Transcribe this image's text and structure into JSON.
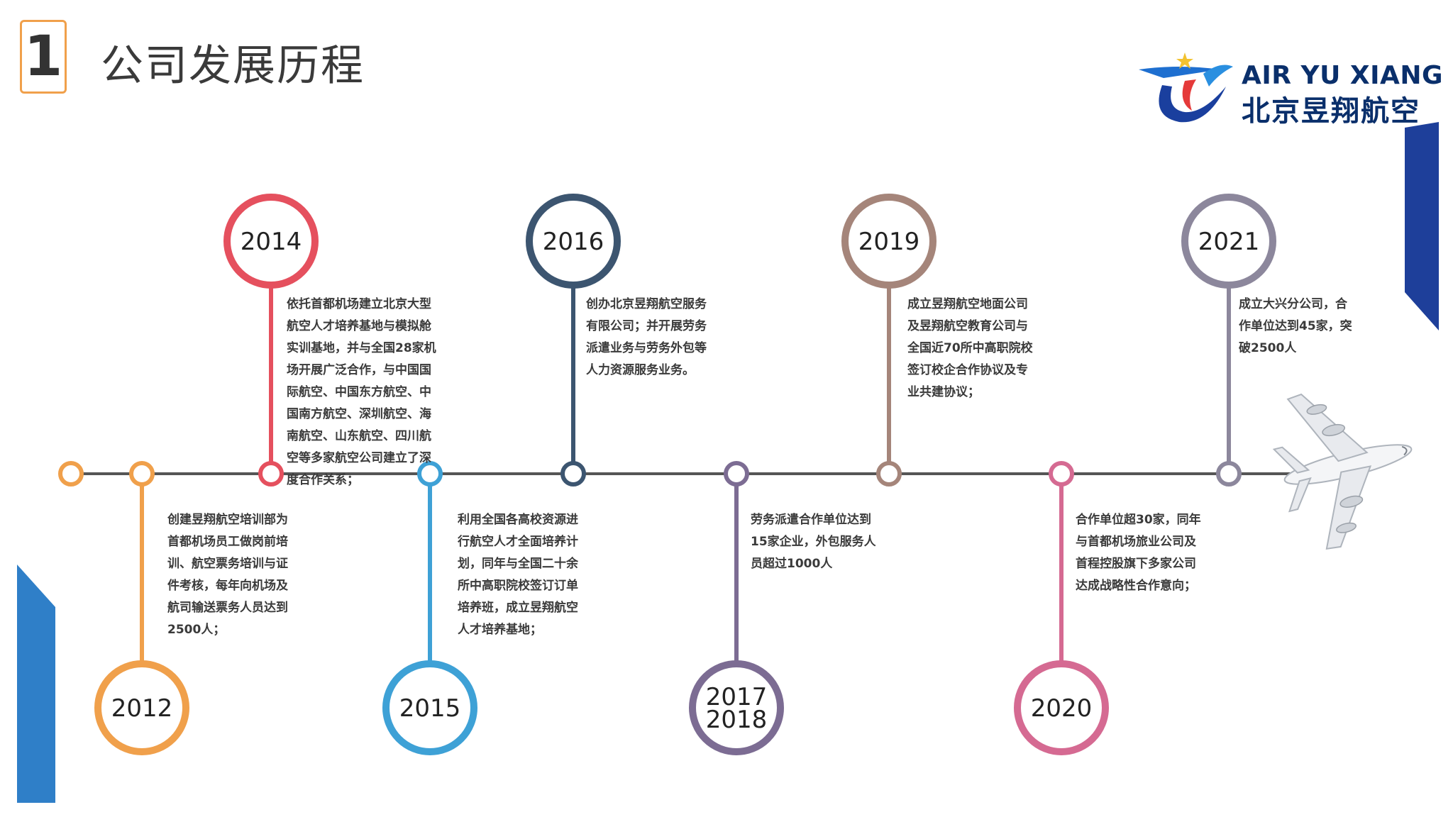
{
  "header": {
    "section_number": "1",
    "title": "公司发展历程"
  },
  "logo": {
    "english": "AIR YU XIANG",
    "chinese": "北京昱翔航空"
  },
  "colors": {
    "orange": "#f0a04b",
    "red": "#e5505e",
    "blue": "#3ea1d6",
    "navy": "#3c5570",
    "purple": "#7c6c93",
    "brown": "#a5857a",
    "pink": "#d56a92",
    "slate": "#8c879c",
    "brand_blue": "#1e3f9a"
  },
  "milestones": [
    {
      "year": "2012",
      "color": "#f0a04b",
      "text": "创建昱翔航空培训部为\n首都机场员工做岗前培\n训、航空票务培训与证\n件考核，每年向机场及\n航司输送票务人员达到\n2500人；"
    },
    {
      "year": "2014",
      "color": "#e5505e",
      "text": "依托首都机场建立北京大型\n航空人才培养基地与模拟舱\n实训基地，并与全国28家机\n场开展广泛合作，与中国国\n际航空、中国东方航空、中\n国南方航空、深圳航空、海\n南航空、山东航空、四川航\n空等多家航空公司建立了深\n度合作关系；"
    },
    {
      "year": "2015",
      "color": "#3ea1d6",
      "text": "利用全国各高校资源进\n行航空人才全面培养计\n划，同年与全国二十余\n所中高职院校签订订单\n培养班，成立昱翔航空\n人才培养基地；"
    },
    {
      "year": "2016",
      "color": "#3c5570",
      "text": "创办北京昱翔航空服务\n有限公司；并开展劳务\n派遣业务与劳务外包等\n人力资源服务业务。"
    },
    {
      "year": "2017\n2018",
      "color": "#7c6c93",
      "text": "劳务派遣合作单位达到\n15家企业，外包服务人\n员超过1000人"
    },
    {
      "year": "2019",
      "color": "#a5857a",
      "text": "成立昱翔航空地面公司\n及昱翔航空教育公司与\n全国近70所中高职院校\n签订校企合作协议及专\n业共建协议；"
    },
    {
      "year": "2020",
      "color": "#d56a92",
      "text": "合作单位超30家，同年\n与首都机场旅业公司及\n首程控股旗下多家公司\n达成战略性合作意向；"
    },
    {
      "year": "2021",
      "color": "#8c879c",
      "text": "成立大兴分公司，合\n作单位达到45家，突\n破2500人"
    }
  ]
}
